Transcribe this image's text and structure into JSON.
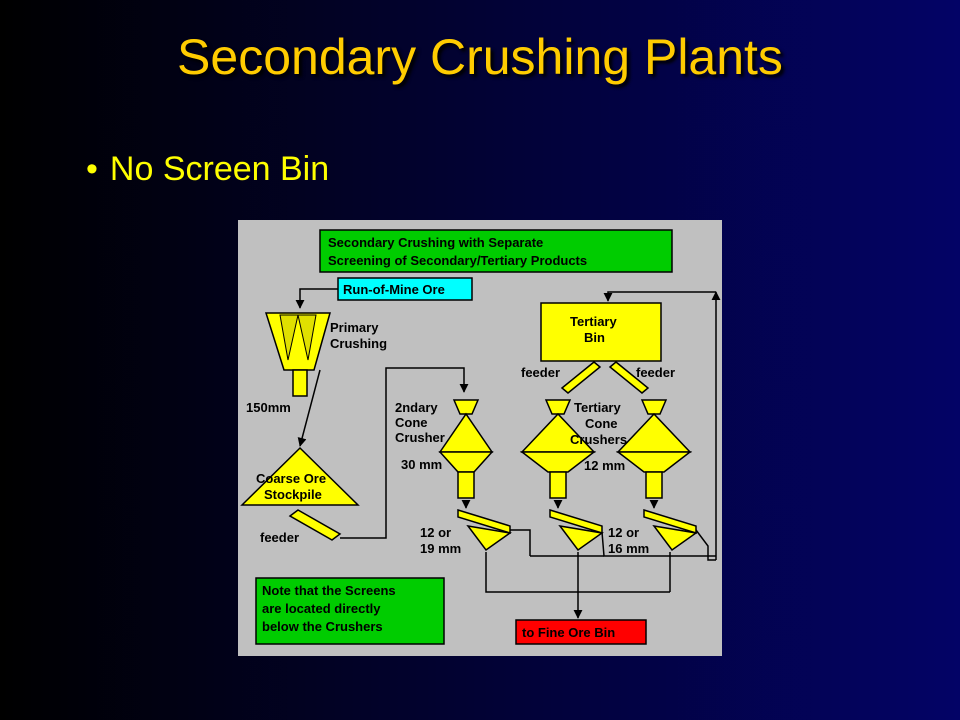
{
  "slide": {
    "title": "Secondary Crushing Plants",
    "bullet": "No Screen Bin"
  },
  "diagram": {
    "header_lines": [
      "Secondary Crushing with Separate",
      "Screening of Secondary/Tertiary Products"
    ],
    "run_of_mine": "Run-of-Mine Ore",
    "primary": [
      "Primary",
      "Crushing"
    ],
    "primary_size": "150mm",
    "stockpile": [
      "Coarse Ore",
      "Stockpile"
    ],
    "feeder": "feeder",
    "secondary": [
      "2ndary",
      "Cone",
      "Crusher"
    ],
    "secondary_size": "30 mm",
    "tertiary_bin": [
      "Tertiary",
      "Bin"
    ],
    "feeder_left": "feeder",
    "feeder_right": "feeder",
    "tertiary": [
      "Tertiary",
      "Cone",
      "Crushers"
    ],
    "tertiary_size": "12 mm",
    "screen_size_left": [
      "12 or",
      "19 mm"
    ],
    "screen_size_right": [
      "12 or",
      "16 mm"
    ],
    "note_lines": [
      "Note that the Screens",
      "are located directly",
      "below the Crushers"
    ],
    "fine_ore": "to Fine Ore Bin",
    "colors": {
      "yellow": "#FFFF00",
      "green": "#00CC00",
      "cyan": "#00FFFF",
      "red": "#FF0000",
      "background": "#C0C0C0",
      "title": "#FFCC00"
    }
  }
}
